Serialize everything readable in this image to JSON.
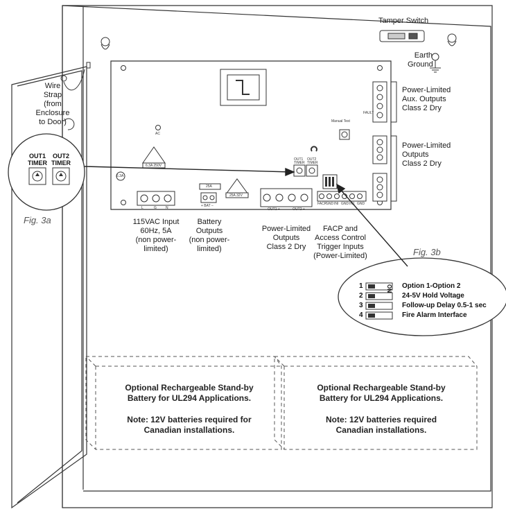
{
  "labels": {
    "tamper_switch": "Tamper Switch",
    "earth_ground": "Earth\nGround",
    "wire_strap": "Wire\nStrap\n(from\nEnclosure\nto Door)",
    "aux_outputs": "Power-Limited\nAux. Outputs\nClass 2 Dry",
    "power_limited_outputs_right": "Power-Limited\nOutputs\nClass 2 Dry",
    "ac_input": "115VAC Input\n60Hz, 5A\n(non power-\nlimited)",
    "battery_outputs": "Battery\nOutputs\n(non power-\nlimited)",
    "power_limited_outputs_bottom": "Power-Limited\nOutputs\nClass 2 Dry",
    "facp_inputs": "FACP and\nAccess Control\nTrigger Inputs\n(Power-Limited)"
  },
  "figures": {
    "fig3a": "Fig. 3a",
    "fig3b": "Fig. 3b"
  },
  "timers": {
    "out1": "OUT1\nTIMER",
    "out2": "OUT2\nTIMER"
  },
  "dip_switches": [
    {
      "num": "1",
      "label": "Option 1-Option 2"
    },
    {
      "num": "2",
      "label": "24-5V Hold Voltage"
    },
    {
      "num": "3",
      "label": "Follow-up Delay 0.5-1 sec"
    },
    {
      "num": "4",
      "label": "Fire Alarm Interface"
    }
  ],
  "dip_on_label": "ON",
  "batteries": [
    {
      "title": "Optional Rechargeable Stand-by\nBattery for UL294 Applications.",
      "note": "Note: 12V batteries required for\nCanadian installations."
    },
    {
      "title": "Optional Rechargeable Stand-by\nBattery for UL294 Applications.",
      "note": "Note: 12V batteries required\nCanadian installations."
    }
  ],
  "board_text": {
    "manual_test": "Manual Test",
    "fuse_ac": "6.3A 250V",
    "fuse_bat": "25A 32V",
    "fuse_bat_top": "25A",
    "ac_terminals": [
      "L",
      "G",
      "N"
    ],
    "bat_terminal": "+ BAT –",
    "out1_terminal": "– OUT1 +",
    "out2_terminal": "– OUT2 +",
    "facp_terminals": [
      "FACP",
      "GND",
      "INI",
      "GND",
      "IN1",
      "GND"
    ],
    "ac_led": "AC",
    "fault": "FAULT",
    "timer_small_1": "OUT1\nTIMER",
    "timer_small_2": "OUT2\nTIMER",
    "fuse_small": "6.3A"
  }
}
